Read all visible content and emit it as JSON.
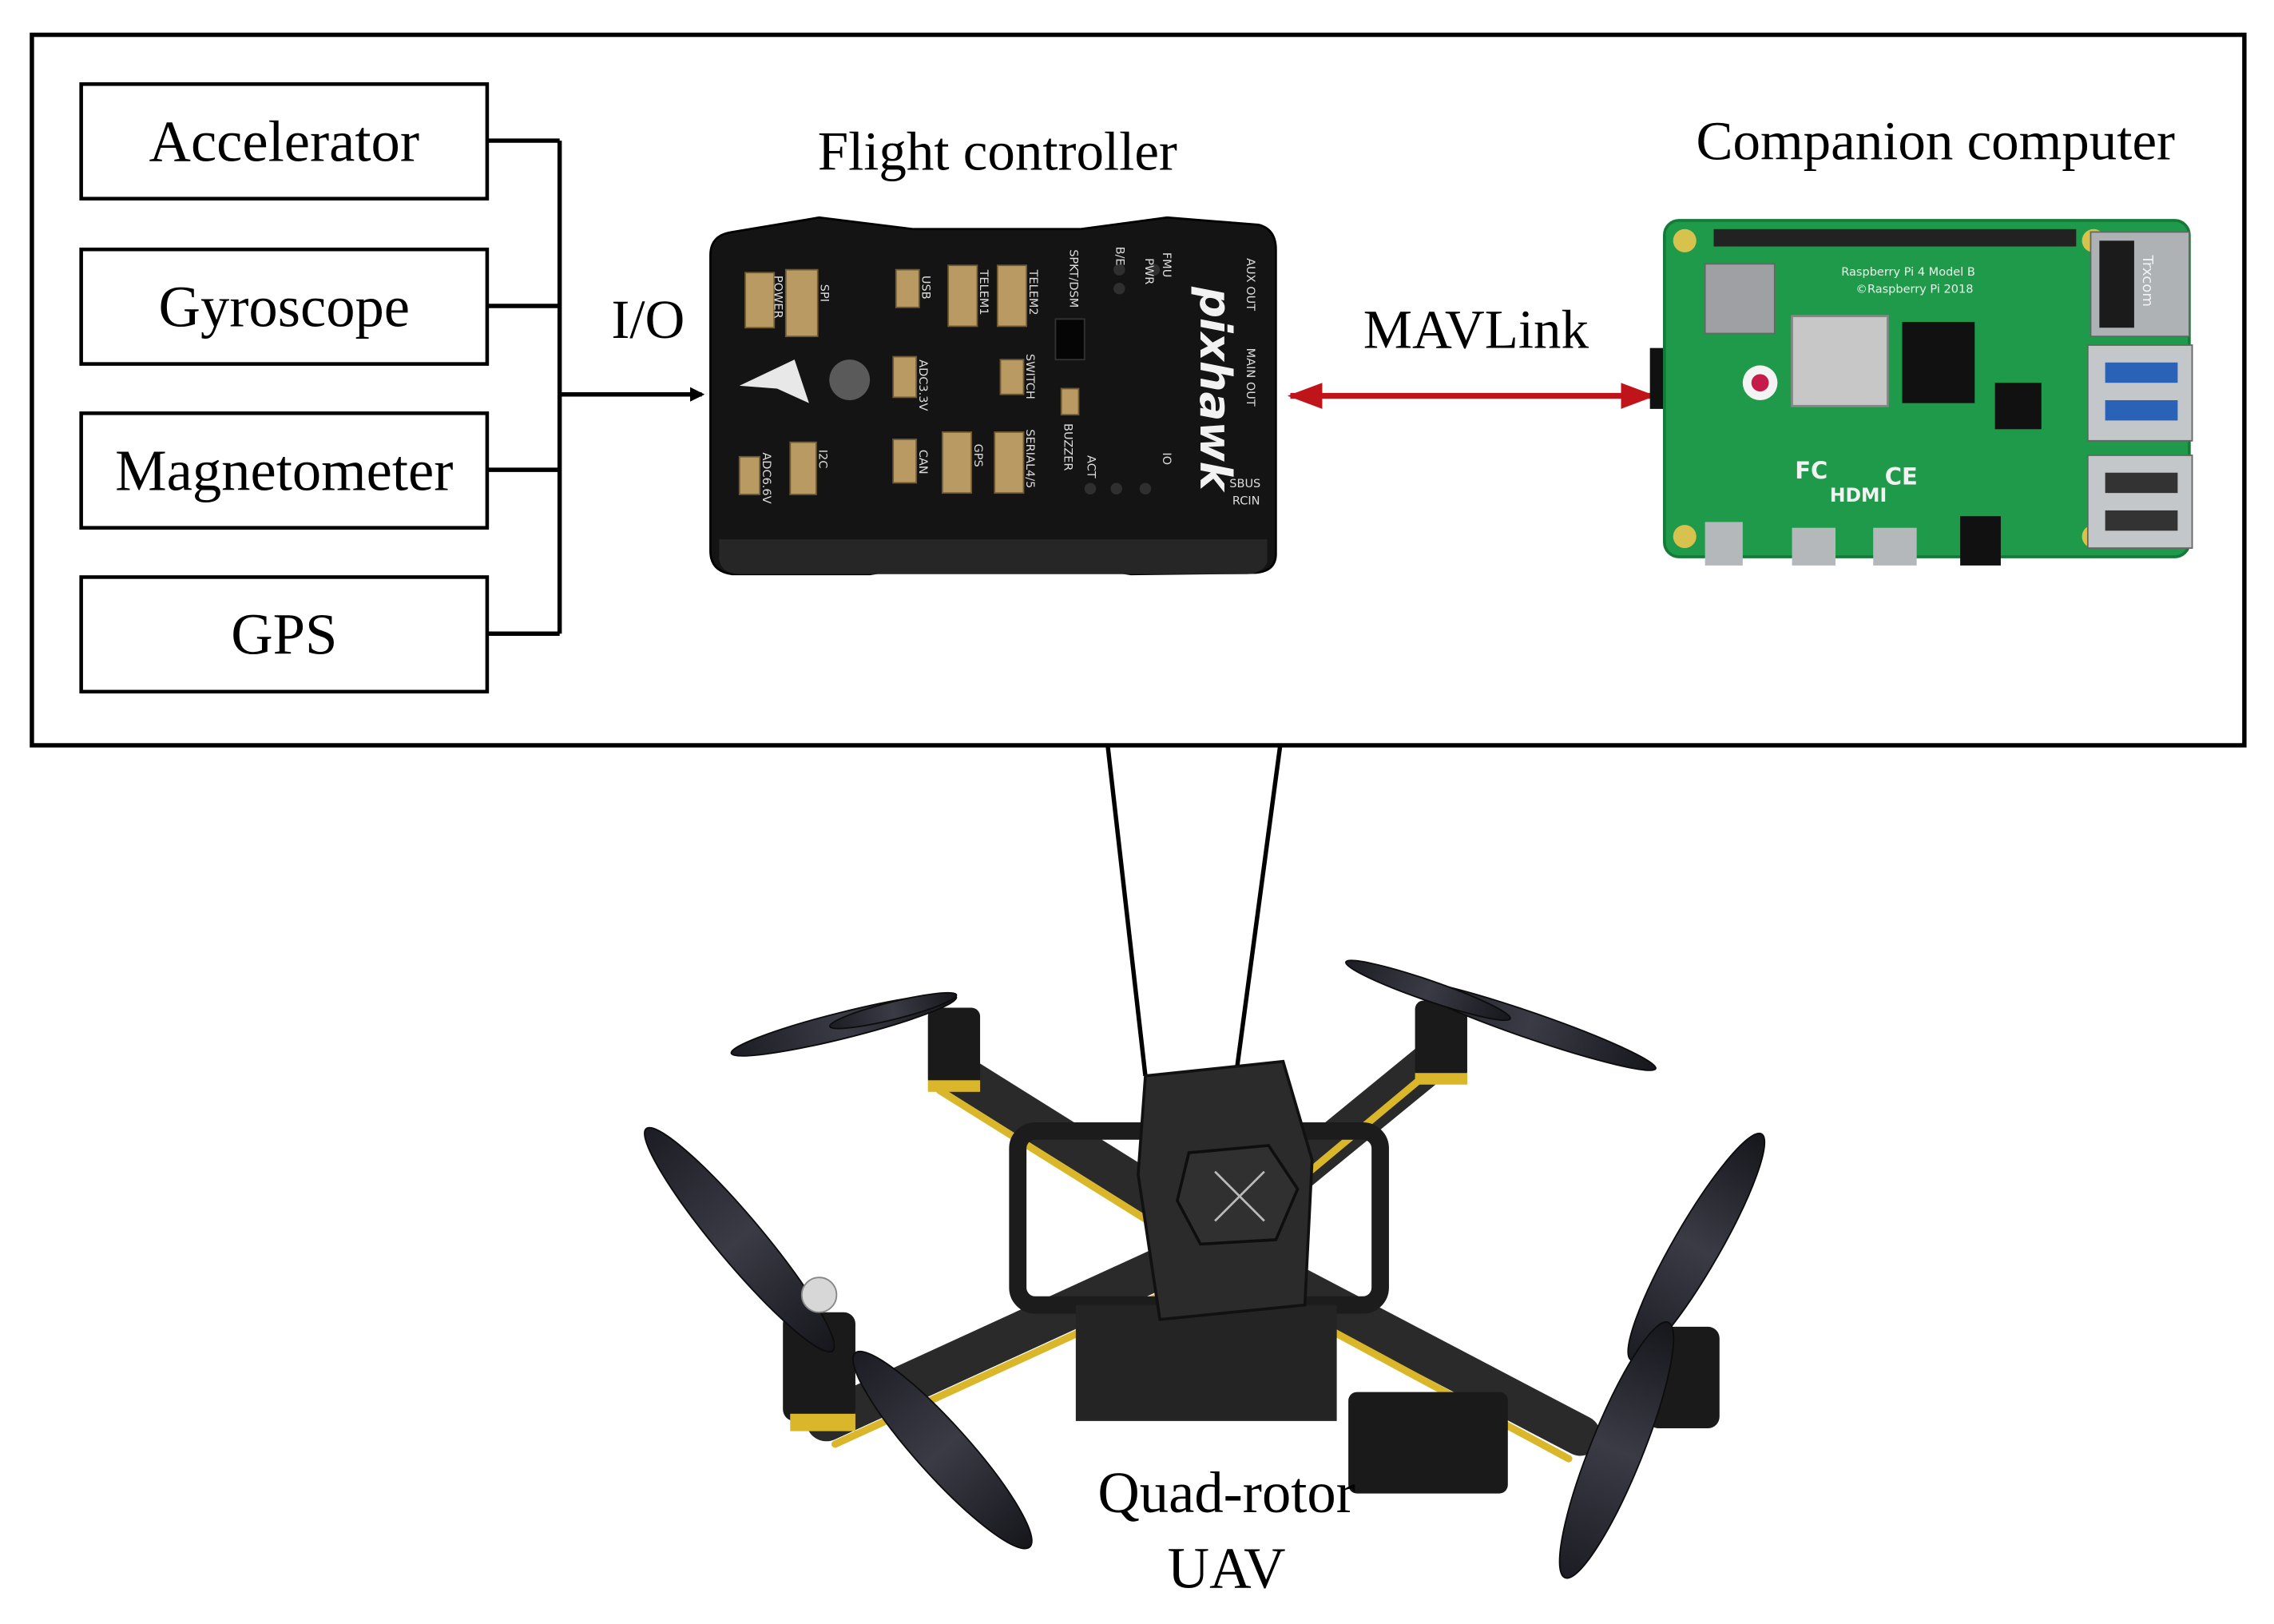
{
  "sensors": [
    {
      "id": "accel",
      "label": "Accelerator"
    },
    {
      "id": "gyro",
      "label": "Gyroscope"
    },
    {
      "id": "mag",
      "label": "Magnetometer"
    },
    {
      "id": "gps",
      "label": "GPS"
    }
  ],
  "io_label": "I/O",
  "flight_controller": {
    "title": "Flight controller",
    "brand": "pixhawk",
    "port_labels": [
      "POWER",
      "SPI",
      "USB",
      "TELEM1",
      "TELEM2",
      "SPKT/DSM",
      "FMU",
      "PWR",
      "B/E",
      "AUX OUT",
      "MAIN OUT",
      "ADC3.3V",
      "SWITCH",
      "BUZZER",
      "ADC6.6V",
      "I2C",
      "CAN",
      "GPS",
      "SERIAL4/5",
      "ACT",
      "IO",
      "SBUS",
      "RCIN"
    ]
  },
  "link_label": "MAVLink",
  "companion_computer": {
    "title": "Companion computer",
    "board_text": [
      "Raspberry Pi 4 Model B",
      "©Raspberry Pi 2018",
      "HDMI",
      "FC",
      "CE",
      "Trxcom"
    ]
  },
  "uav": {
    "line1": "Quad-rotor",
    "line2": "UAV"
  },
  "colors": {
    "mavlink_arrow": "#c0141b",
    "pcb_green": "#1f9a4a",
    "fc_body": "#151515",
    "frame_yellow": "#d9b62a"
  }
}
